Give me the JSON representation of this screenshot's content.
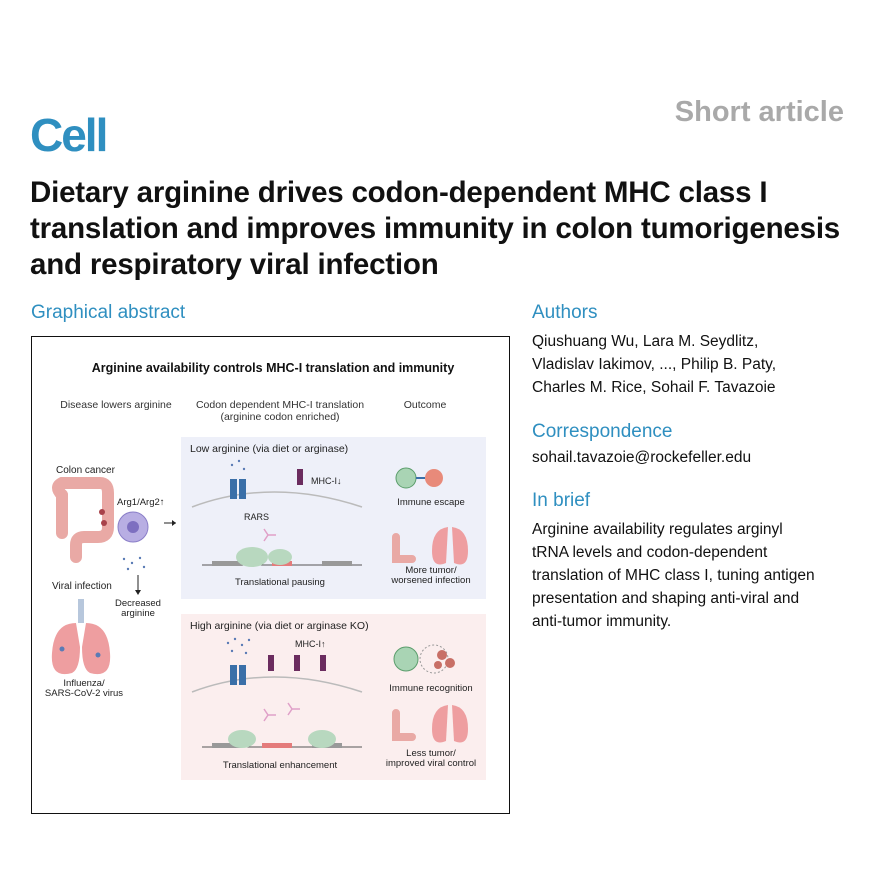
{
  "header": {
    "journal": "Cell",
    "article_type": "Short article",
    "title": "Dietary arginine drives codon-dependent MHC class I translation and improves immunity in colon tumorigenesis and respiratory viral infection"
  },
  "graphical_abstract": {
    "heading": "Graphical abstract",
    "figure_title": "Arginine availability controls MHC-I translation and immunity",
    "col_left": "Disease lowers arginine",
    "col_mid_1": "Codon dependent MHC-I translation",
    "col_mid_2": "(arginine codon enriched)",
    "col_right": "Outcome",
    "colon_cancer": "Colon cancer",
    "arg_label": "Arg1/Arg2↑",
    "viral_infection": "Viral infection",
    "decreased_1": "Decreased",
    "decreased_2": "arginine",
    "influenza_1": "Influenza/",
    "influenza_2": "SARS-CoV-2 virus",
    "low_title": "Low arginine (via diet or arginase)",
    "rars": "RARS",
    "mhc_low": "MHC-I↓",
    "pausing": "Translational pausing",
    "immune_escape": "Immune escape",
    "more_tumor_1": "More tumor/",
    "more_tumor_2": "worsened infection",
    "high_title": "High arginine (via diet or arginase KO)",
    "mhc_high": "MHC-I↑",
    "enhancement": "Translational enhancement",
    "immune_recognition": "Immune recognition",
    "less_tumor_1": "Less tumor/",
    "less_tumor_2": "improved viral control",
    "colors": {
      "low_panel": "#eef0f9",
      "high_panel": "#fbeeee",
      "receptor": "#3a6fa8",
      "mhc": "#6b2c5f",
      "tissue": "#e9a9a5",
      "lung": "#ee9ea0"
    }
  },
  "authors": {
    "heading": "Authors",
    "lines": [
      "Qiushuang Wu, Lara M. Seydlitz,",
      "Vladislav Iakimov, ..., Philip B. Paty,",
      "Charles M. Rice, Sohail F. Tavazoie"
    ]
  },
  "correspondence": {
    "heading": "Correspondence",
    "email": "sohail.tavazoie@rockefeller.edu"
  },
  "in_brief": {
    "heading": "In brief",
    "lines": [
      "Arginine availability regulates arginyl",
      "tRNA levels and codon-dependent",
      "translation of MHC class I, tuning antigen",
      "presentation and shaping anti-viral and",
      "anti-tumor immunity."
    ]
  }
}
